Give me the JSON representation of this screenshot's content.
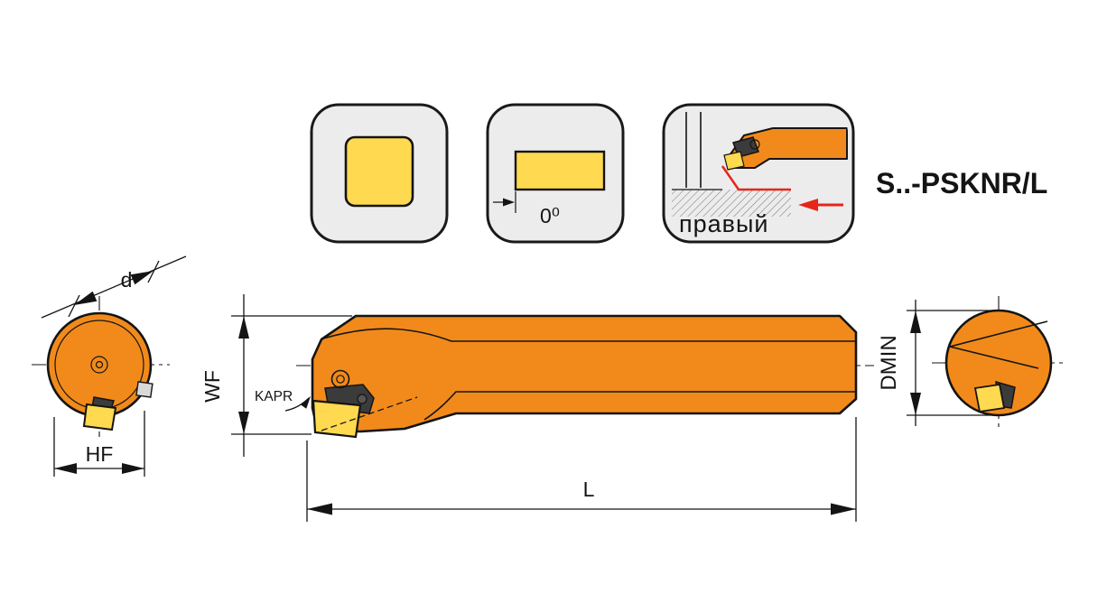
{
  "header": {
    "model": "S..-PSKNR/L"
  },
  "icons": {
    "insert_shape": "square-insert",
    "angle_value": "0⁰",
    "direction_label": "правый"
  },
  "dims": {
    "d": "d",
    "hf": "HF",
    "wf": "WF",
    "kapr": "KAPR",
    "l": "L",
    "dmin": "DMIN"
  },
  "colors": {
    "tool_body": "#F18A1B",
    "insert": "#FFD94F",
    "panel_bg": "#ECECEC",
    "accent_red": "#E5251B",
    "line": "#141414"
  }
}
